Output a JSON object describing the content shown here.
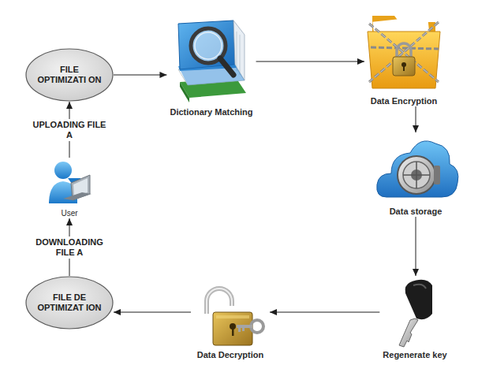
{
  "diagram": {
    "nodes": [
      {
        "text": [
          "FILE OPTIMIZATI ON"
        ]
      },
      {
        "text": [
          "Dictionary Matching"
        ]
      },
      {
        "text": [
          "Data Encryption"
        ]
      },
      {
        "text": [
          "User"
        ]
      },
      {
        "text": [
          "Data storage"
        ]
      },
      {
        "text": [
          "FILE DE OPTIMIZAT ION"
        ]
      },
      {
        "text": [
          "Data Decryption"
        ]
      },
      {
        "text": [
          "Regenerate key"
        ]
      }
    ],
    "edges": [
      {
        "from": 0,
        "to": 1,
        "arrow": "to"
      },
      {
        "from": 1,
        "to": 2,
        "arrow": "to"
      },
      {
        "from": 2,
        "to": 4,
        "arrow": "to"
      },
      {
        "from": 4,
        "to": 7,
        "arrow": "to"
      },
      {
        "from": 7,
        "to": 6,
        "arrow": "to"
      },
      {
        "from": 6,
        "to": 5,
        "arrow": "to"
      },
      {
        "from": 5,
        "to": 3,
        "label": "DOWNLOADING FILE A",
        "arrow": "to"
      },
      {
        "from": 3,
        "to": 0,
        "label": "UPLOADING FILE A",
        "arrow": "to"
      }
    ]
  }
}
